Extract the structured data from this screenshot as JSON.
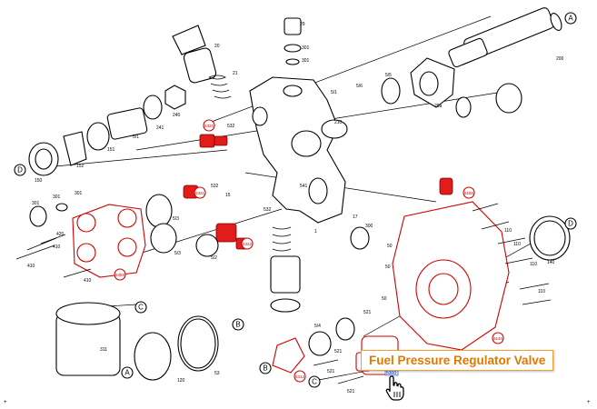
{
  "labels": {
    "a": "A",
    "b": "B",
    "c": "C",
    "d": "D",
    "p200": "200",
    "p301": "301",
    "p20": "20",
    "p21": "21",
    "p29": "29",
    "p5_1": "5/1",
    "p5_5": "5/5",
    "p5_6": "5/6",
    "p20a": "20a",
    "p210": "210",
    "p240": "240",
    "p241": "241",
    "p151": "151",
    "p152": "152",
    "p150": "150",
    "p532": "532",
    "p15": "15",
    "p5_3": "5/3",
    "p5_2": "5/2",
    "p410": "410",
    "p420": "420",
    "p1": "1",
    "p311": "311",
    "p120": "120",
    "p53": "53",
    "p5_4": "5/4",
    "p521": "521",
    "p50": "50",
    "p110": "110",
    "p140": "140",
    "p17": "17",
    "p300": "300",
    "p541": "541"
  },
  "red_callouts": {
    "r1": "5320",
    "r2": "5321",
    "r3": "5322",
    "r4": "5350",
    "r5": "5150",
    "r6": "5140",
    "r7": "5312",
    "r8": "5300",
    "r9": "5330"
  },
  "tooltip": {
    "text": "Fuel Pressure Regulator Valve"
  },
  "hover_target": {
    "code": "5300"
  },
  "colors": {
    "highlight_red": "#e21b1b",
    "tooltip_border": "#f0a030",
    "tooltip_text": "#e07800"
  },
  "icons": {
    "pointer": "hand-pointer-icon"
  }
}
